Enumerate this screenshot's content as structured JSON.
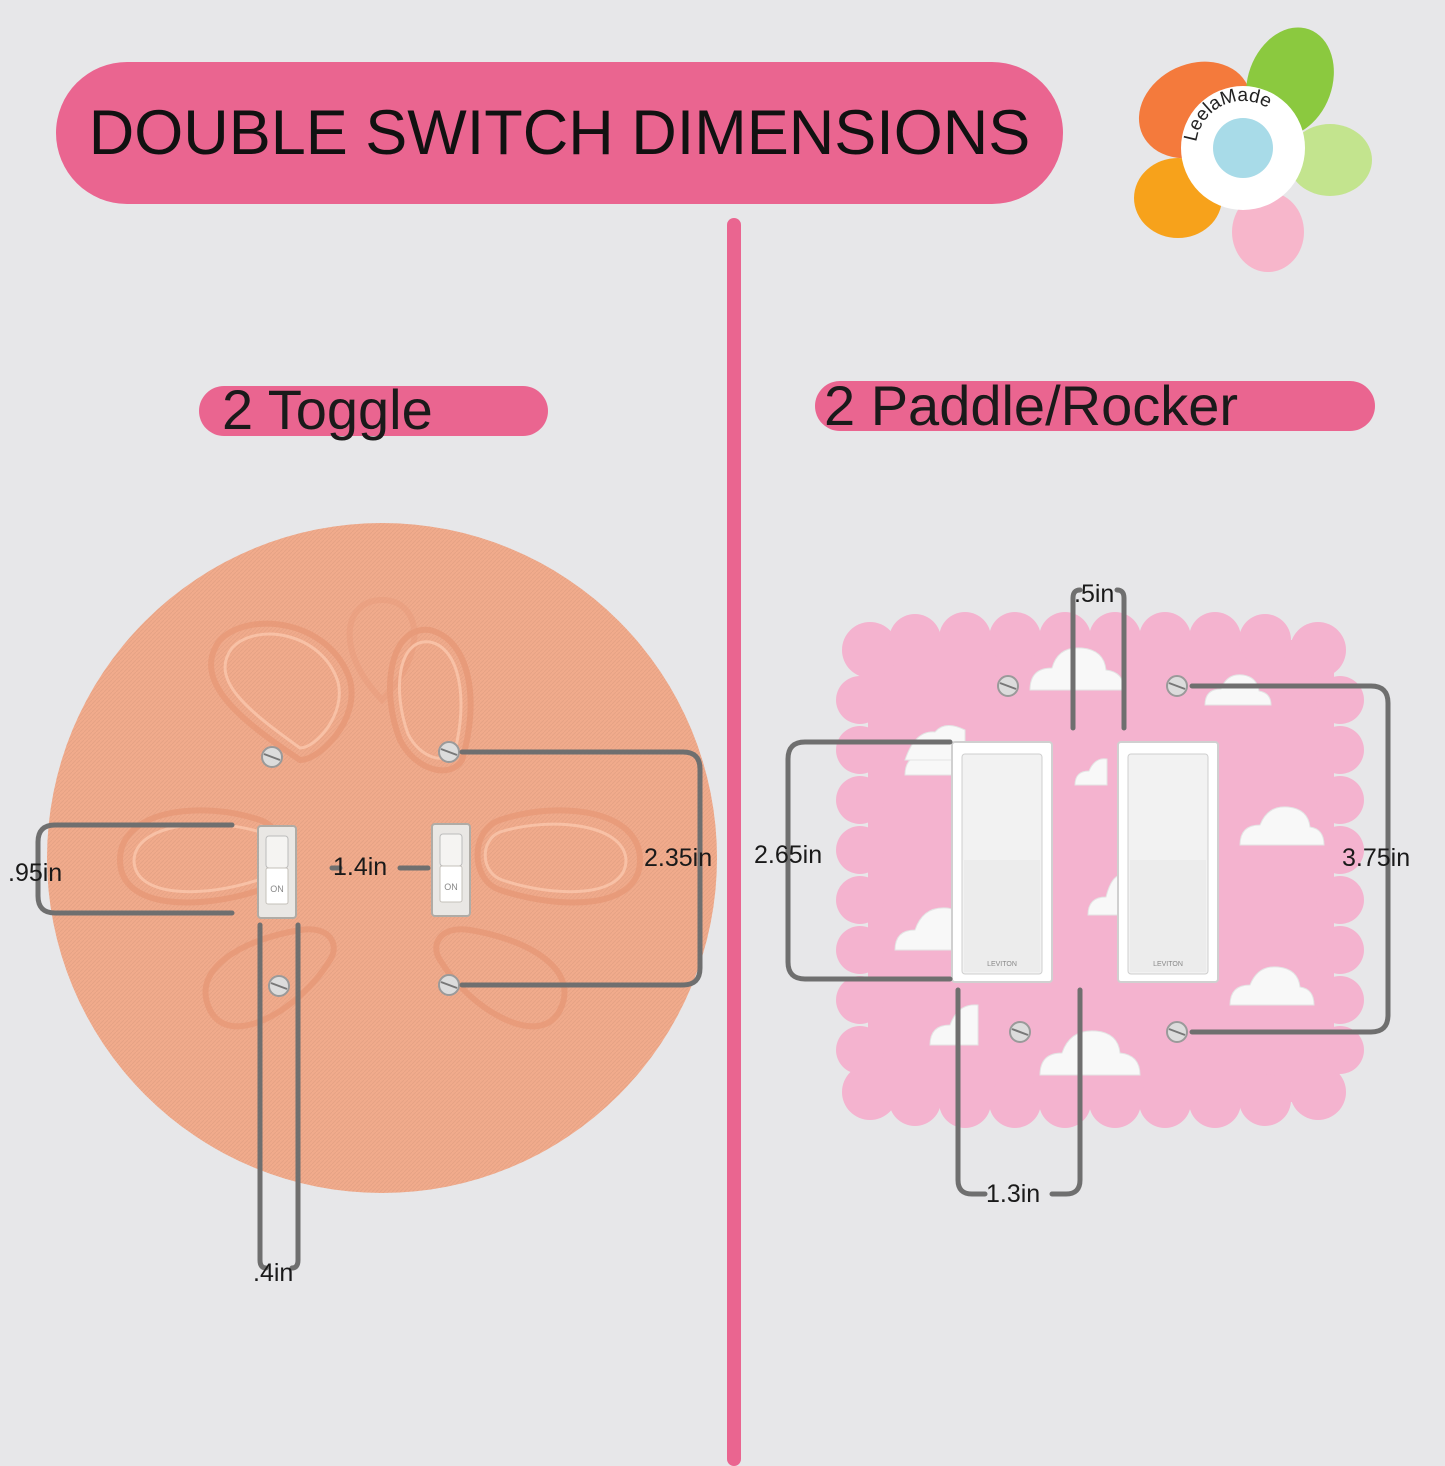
{
  "header": {
    "title": "DOUBLE SWITCH DIMENSIONS"
  },
  "brand": {
    "logo_text": "LeelaMade",
    "petal_colors": [
      "#f47a3c",
      "#8bc93f",
      "#c3e48e",
      "#f7a21b",
      "#f7b6cb",
      "#f27438"
    ],
    "center_color": "#a8dbe8"
  },
  "left_panel": {
    "label": "2 Toggle",
    "plate_color": "#f1ab8c",
    "dimensions": {
      "height": ".95in",
      "spacing": "1.4in",
      "screw_span": "2.35in",
      "width": ".4in"
    },
    "switch_text": "ON"
  },
  "right_panel": {
    "label": "2 Paddle/Rocker",
    "plate_color": "#f4b3cf",
    "dimensions": {
      "gap": ".5in",
      "opening_height": "2.65in",
      "screw_span": "3.75in",
      "opening_width": "1.3in"
    },
    "switch_brand": "LEVITON"
  },
  "colors": {
    "accent": "#ea6590",
    "background": "#e7e7e9",
    "dimension_line": "#6f6f6f"
  }
}
